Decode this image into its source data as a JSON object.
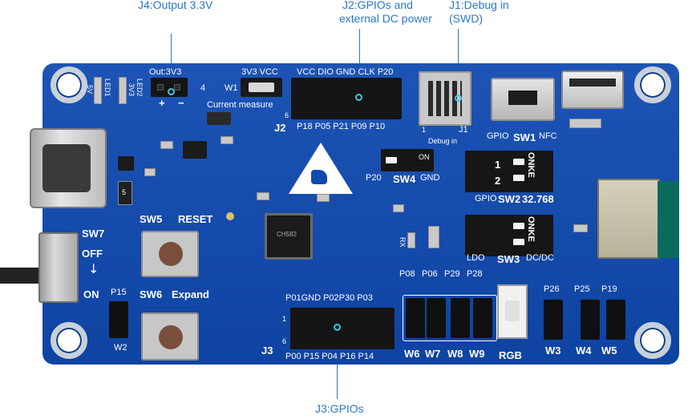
{
  "annotations": {
    "j4": "J4:Output 3.3V",
    "j2_line1": "J2:GPIOs and",
    "j2_line2": "external DC power",
    "j1_line1": "J1:Debug in",
    "j1_line2": "(SWD)",
    "j3": "J3:GPIOs"
  },
  "silkscreen": {
    "out3v3": "Out:3V3",
    "j4_num": "4",
    "plus": "+",
    "minus": "−",
    "led1": "LED1",
    "led2": "LED2",
    "v5": "5V",
    "v3v3": "3V3",
    "w1": "W1",
    "w1_head": "3V3 VCC",
    "current_measure": "Current measure",
    "j2_top": "VCC DIO GND CLK P20",
    "j2_label": "J2",
    "j2_bottom": "P18 P05 P21 P09 P10",
    "j2_pin6": "6",
    "j1_pin1": "1",
    "j1_label": "J1",
    "debug_in": "Debug in",
    "gpio_top": "GPIO",
    "sw1": "SW1",
    "nfc": "NFC",
    "p20": "P20",
    "sw4": "SW4",
    "gnd": "GND",
    "on_sw4": "ON",
    "onke_sw2": "ONKE",
    "gpio_sw2": "GPIO",
    "sw2": "SW2",
    "freq": "32.768",
    "onke_sw3": "ONKE",
    "ldo": "LDO",
    "sw3": "SW3",
    "dcdc": "DC/DC",
    "dip1": "1",
    "dip2": "2",
    "sw5": "SW5",
    "reset": "RESET",
    "sw6": "SW6",
    "expand": "Expand",
    "sw7": "SW7",
    "off": "OFF",
    "on": "ON",
    "p15": "P15",
    "w2": "W2",
    "rx": "RX",
    "chip_text": "CH582",
    "j3_top": "P01GND P02P30 P03",
    "j3_label": "J3",
    "j3_bottom": "P00 P15 P04 P16 P14",
    "j3_pin1": "1",
    "j3_pin6": "6",
    "p08": "P08",
    "p06": "P06",
    "p29": "P29",
    "p28": "P28",
    "w6": "W6",
    "w7": "W7",
    "w8": "W8",
    "w9": "W9",
    "rgb": "RGB",
    "p26": "P26",
    "p25": "P25",
    "p19": "P19",
    "w3": "W3",
    "w4": "W4",
    "w5": "W5",
    "r1": "5"
  },
  "colors": {
    "board": "#0f49b0",
    "annotation": "#2a78c8",
    "marker": "#3fc6e8"
  }
}
